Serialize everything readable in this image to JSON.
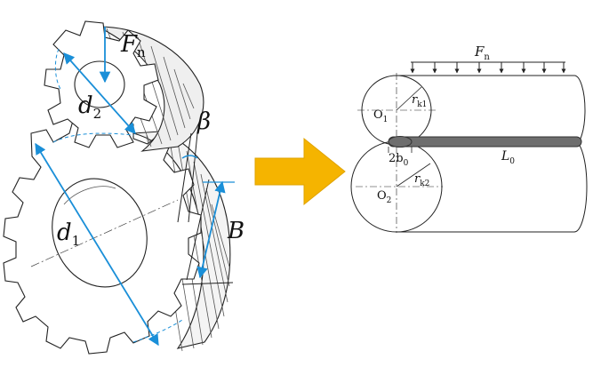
{
  "gear_figure": {
    "force": {
      "symbol": "F",
      "subscript": "n"
    },
    "pinion_diameter": {
      "symbol": "d",
      "subscript": "2"
    },
    "gear_diameter": {
      "symbol": "d",
      "subscript": "1"
    },
    "helix_angle": {
      "symbol": "β"
    },
    "face_width": {
      "symbol": "B"
    }
  },
  "cylinder_figure": {
    "force": {
      "symbol": "F",
      "subscript": "n"
    },
    "center_1": {
      "symbol": "O",
      "subscript": "1"
    },
    "radius_1": {
      "symbol": "r",
      "subscript": "k1"
    },
    "contact_width": {
      "prefix": "2b",
      "subscript": "0"
    },
    "contact_length": {
      "symbol": "L",
      "subscript": "0"
    },
    "center_2": {
      "symbol": "O",
      "subscript": "2"
    },
    "radius_2": {
      "symbol": "r",
      "subscript": "k2"
    }
  },
  "colors": {
    "dimension_blue": "#1a8fd8",
    "arrow_orange": "#f5b400",
    "contact_band": "#6e6e6e",
    "line_dark": "#222222"
  }
}
